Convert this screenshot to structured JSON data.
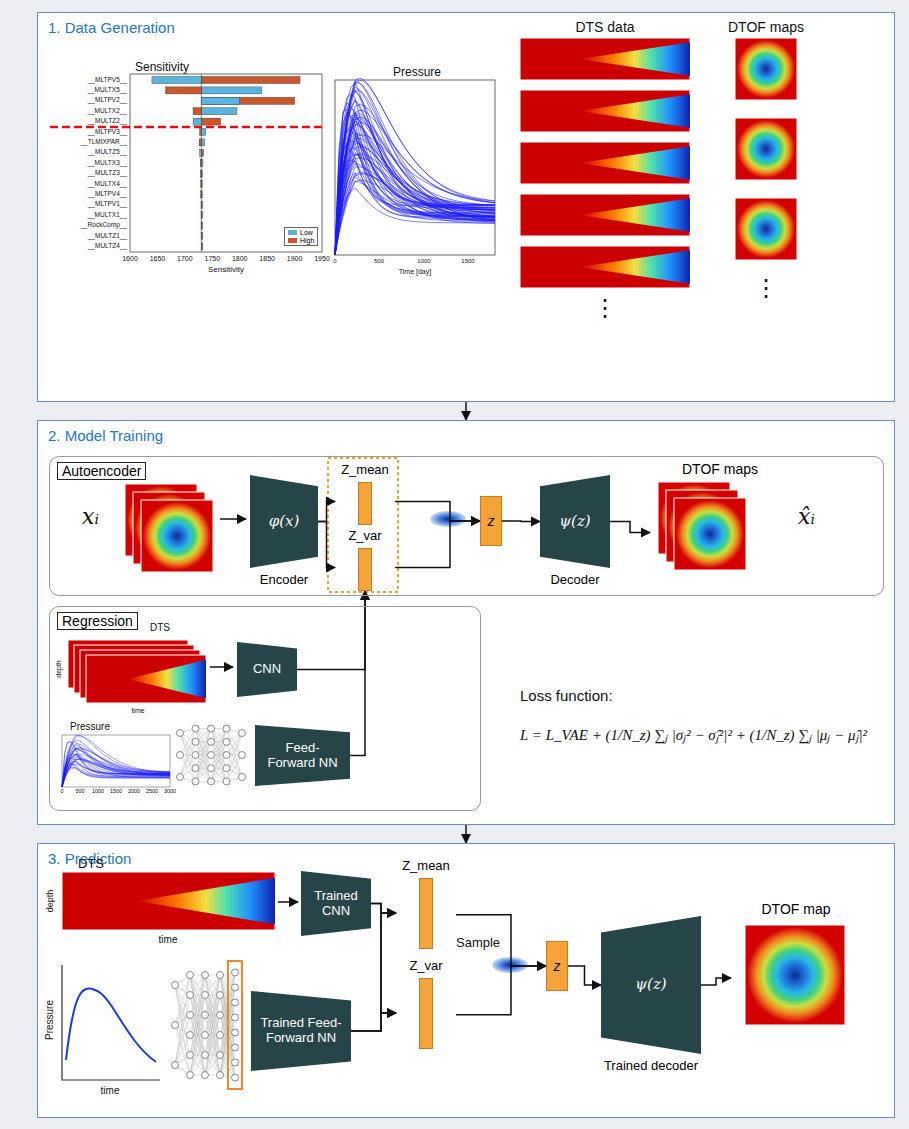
{
  "diagram": {
    "nodes": [
      {
        "text": [
          "1. Data Generation"
        ]
      },
      {
        "text": [
          "2. Model Training"
        ]
      },
      {
        "text": [
          "3. Prediction"
        ]
      },
      {
        "text": [
          "Autoencoder"
        ],
        "in": 1
      },
      {
        "text": [
          "φ(x)",
          "Encoder"
        ],
        "in": 3
      },
      {
        "text": [
          "Z_mean"
        ],
        "in": 3
      },
      {
        "text": [
          "Z_var"
        ],
        "in": 3
      },
      {
        "text": [
          "z"
        ],
        "in": 3
      },
      {
        "text": [
          "ψ(z)",
          "Decoder"
        ],
        "in": 3
      },
      {
        "text": [
          "DTOF maps"
        ],
        "in": 3
      },
      {
        "text": [
          "Regression"
        ],
        "in": 1
      },
      {
        "text": [
          "CNN"
        ],
        "in": 10
      },
      {
        "text": [
          "Feed-Forward NN"
        ],
        "in": 10
      },
      {
        "text": [
          "Trained CNN"
        ],
        "in": 2
      },
      {
        "text": [
          "Trained Feed-Forward NN"
        ],
        "in": 2
      },
      {
        "text": [
          "Z_mean"
        ],
        "in": 2
      },
      {
        "text": [
          "Z_var"
        ],
        "in": 2
      },
      {
        "text": [
          "z"
        ],
        "in": 2
      },
      {
        "text": [
          "ψ(z)",
          "Trained decoder"
        ],
        "in": 2
      },
      {
        "text": [
          "DTOF map"
        ],
        "in": 2
      }
    ],
    "edges": [
      {
        "from": 0,
        "to": 1,
        "arrow": "to"
      },
      {
        "from": 1,
        "to": 2,
        "arrow": "to"
      },
      {
        "from": 4,
        "to": 5,
        "arrow": "to"
      },
      {
        "from": 4,
        "to": 6,
        "arrow": "to"
      },
      {
        "from": 5,
        "to": 7,
        "arrow": "to"
      },
      {
        "from": 6,
        "to": 7,
        "arrow": "to"
      },
      {
        "from": 7,
        "to": 8,
        "arrow": "to"
      },
      {
        "from": 8,
        "to": 9,
        "arrow": "to"
      },
      {
        "from": 11,
        "to": 6,
        "arrow": "to"
      },
      {
        "from": 12,
        "to": 6,
        "arrow": "to"
      },
      {
        "from": 13,
        "to": 15,
        "arrow": "to"
      },
      {
        "from": 13,
        "to": 16,
        "arrow": "to"
      },
      {
        "from": 14,
        "to": 15,
        "arrow": "to"
      },
      {
        "from": 14,
        "to": 16,
        "arrow": "to"
      },
      {
        "from": 15,
        "to": 17,
        "arrow": "to"
      },
      {
        "from": 16,
        "to": 17,
        "arrow": "to"
      },
      {
        "from": 17,
        "to": 18,
        "arrow": "to"
      },
      {
        "from": 18,
        "to": 19,
        "arrow": "to"
      }
    ],
    "labels": [
      "Sensitivity",
      "__MLTPV5__",
      "__MULTX5__",
      "__MLTPV2__",
      "__MULTX2__",
      "__MULTZ2__",
      "__MLTPV3__",
      "__TLMIXPAR__",
      "__MULTZ5__",
      "__MULTX3__",
      "__MULTZ3__",
      "__MULTX4__",
      "__MLTPV4__",
      "__MLTPV1__",
      "__MULTX1__",
      "__RockComp__",
      "__MULTZ1__",
      "__MULTZ4__",
      "1600",
      "1650",
      "1700",
      "1750",
      "1800",
      "1850",
      "1900",
      "1950",
      "Sensitivity",
      "Pressure",
      "Time [day]",
      "0",
      "500",
      "1000",
      "1500",
      "DTS data",
      "DTOF maps",
      "⋮",
      "⋮",
      "xᵢ",
      "x̂ᵢ",
      "DTS",
      "depth",
      "time",
      "Pressure",
      "0",
      "500",
      "1000",
      "1500",
      "2000",
      "2500",
      "3000",
      "Loss function:",
      "L = L_VAE + (1/N_z) ∑ⱼ |σⱼ² − σ̂ⱼ²|² + (1/N_z) ∑ⱼ |μⱼ − μ̂ⱼ|²",
      "DTS",
      "depth",
      "time",
      "Pressure",
      "time",
      "Sample"
    ],
    "legend": [
      {
        "text": "Low",
        "color": "#5bb3e0"
      },
      {
        "text": "High",
        "color": "#c9572b"
      }
    ]
  }
}
